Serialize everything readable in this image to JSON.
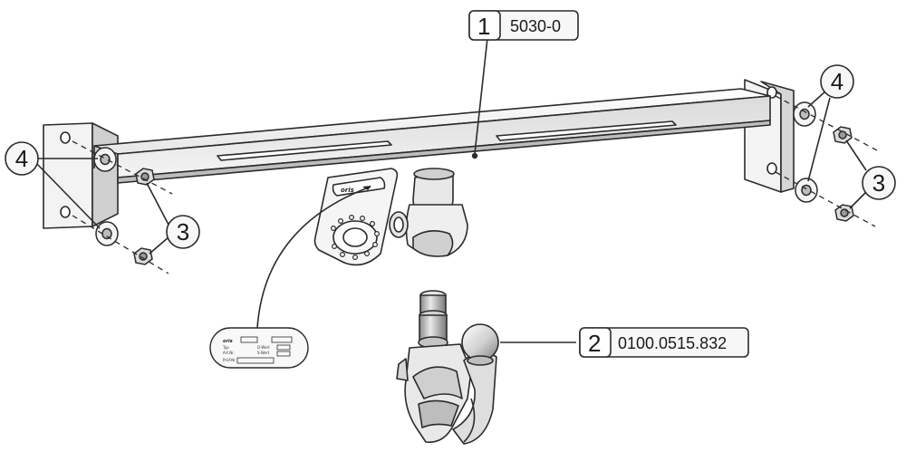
{
  "callouts": {
    "part1": {
      "number": "1",
      "code": "5030-0"
    },
    "part2": {
      "number": "2",
      "code": "0100.0515.832"
    },
    "washer_left": {
      "number": "4"
    },
    "nut_left": {
      "number": "3"
    },
    "washer_right": {
      "number": "4"
    },
    "nut_right": {
      "number": "3"
    }
  },
  "bracket_logo": "oris",
  "type_plate": {
    "logo": "oris",
    "lines": [
      "Typ",
      "Art.Nr.",
      "D-Wert",
      "S-Wert",
      "Prüf-Nr."
    ]
  },
  "colors": {
    "stroke": "#2b2b2b",
    "metal_light": "#f1f1f1",
    "metal_mid": "#d9d9d9",
    "metal_dark": "#a8a8a8",
    "callout_fill": "#f7f7f7"
  }
}
